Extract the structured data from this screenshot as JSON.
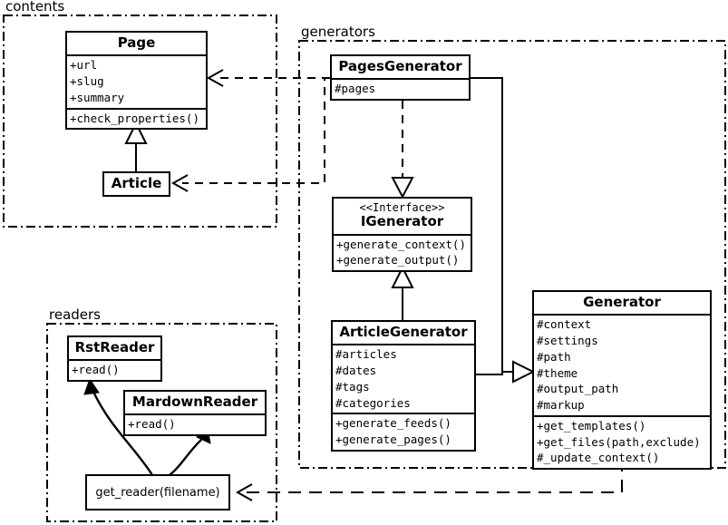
{
  "diagram": {
    "title": "Pelican architecture UML class diagram",
    "stroke_color": "#000000",
    "background_color": "#ffffff"
  },
  "packages": [
    {
      "name": "contents-package",
      "label": "contents"
    },
    {
      "name": "generators-package",
      "label": "generators"
    },
    {
      "name": "readers-package",
      "label": "readers"
    }
  ],
  "classes": {
    "page": {
      "title": "Page",
      "attributes": [
        "+url",
        "+slug",
        "+summary"
      ],
      "methods": [
        "+check_properties()"
      ]
    },
    "article": {
      "title": "Article",
      "attributes": [],
      "methods": []
    },
    "pages_generator": {
      "title": "PagesGenerator",
      "attributes": [
        "#pages"
      ],
      "methods": []
    },
    "igenerator": {
      "stereotype": "<<Interface>>",
      "title": "IGenerator",
      "attributes": [],
      "methods": [
        "+generate_context()",
        "+generate_output()"
      ]
    },
    "article_generator": {
      "title": "ArticleGenerator",
      "attributes": [
        "#articles",
        "#dates",
        "#tags",
        "#categories"
      ],
      "methods": [
        "+generate_feeds()",
        "+generate_pages()"
      ]
    },
    "generator": {
      "title": "Generator",
      "attributes": [
        "#context",
        "#settings",
        "#path",
        "#theme",
        "#output_path",
        "#markup"
      ],
      "methods": [
        "+get_templates()",
        "+get_files(path,exclude)",
        "#_update_context()"
      ]
    },
    "rst_reader": {
      "title": "RstReader",
      "attributes": [],
      "methods": [
        "+read()"
      ]
    },
    "mardown_reader": {
      "title": "MardownReader",
      "attributes": [],
      "methods": [
        "+read()"
      ]
    },
    "get_reader": {
      "title": "get_reader(filename)"
    }
  },
  "relationships": [
    {
      "name": "article-inherits-page",
      "type": "generalization",
      "from": "Article",
      "to": "Page"
    },
    {
      "name": "pagesgenerator-realizes-igenerator",
      "type": "realization",
      "from": "PagesGenerator",
      "to": "IGenerator"
    },
    {
      "name": "articlegenerator-inherits-igenerator",
      "type": "generalization",
      "from": "ArticleGenerator",
      "to": "IGenerator"
    },
    {
      "name": "pagesgenerator-inherits-generator",
      "type": "generalization",
      "from": "PagesGenerator",
      "to": "Generator"
    },
    {
      "name": "articlegenerator-inherits-generator",
      "type": "generalization",
      "from": "ArticleGenerator",
      "to": "Generator"
    },
    {
      "name": "pagesgenerator-depends-page",
      "type": "dependency",
      "from": "PagesGenerator",
      "to": "Page"
    },
    {
      "name": "pagesgenerator-depends-article",
      "type": "dependency",
      "from": "PagesGenerator",
      "to": "Article"
    },
    {
      "name": "generator-depends-get-reader",
      "type": "dependency",
      "from": "Generator",
      "to": "get_reader(filename)"
    },
    {
      "name": "get-reader-returns-rstreader",
      "type": "association",
      "from": "get_reader(filename)",
      "to": "RstReader"
    },
    {
      "name": "get-reader-returns-mardownreader",
      "type": "association",
      "from": "get_reader(filename)",
      "to": "MardownReader"
    }
  ]
}
